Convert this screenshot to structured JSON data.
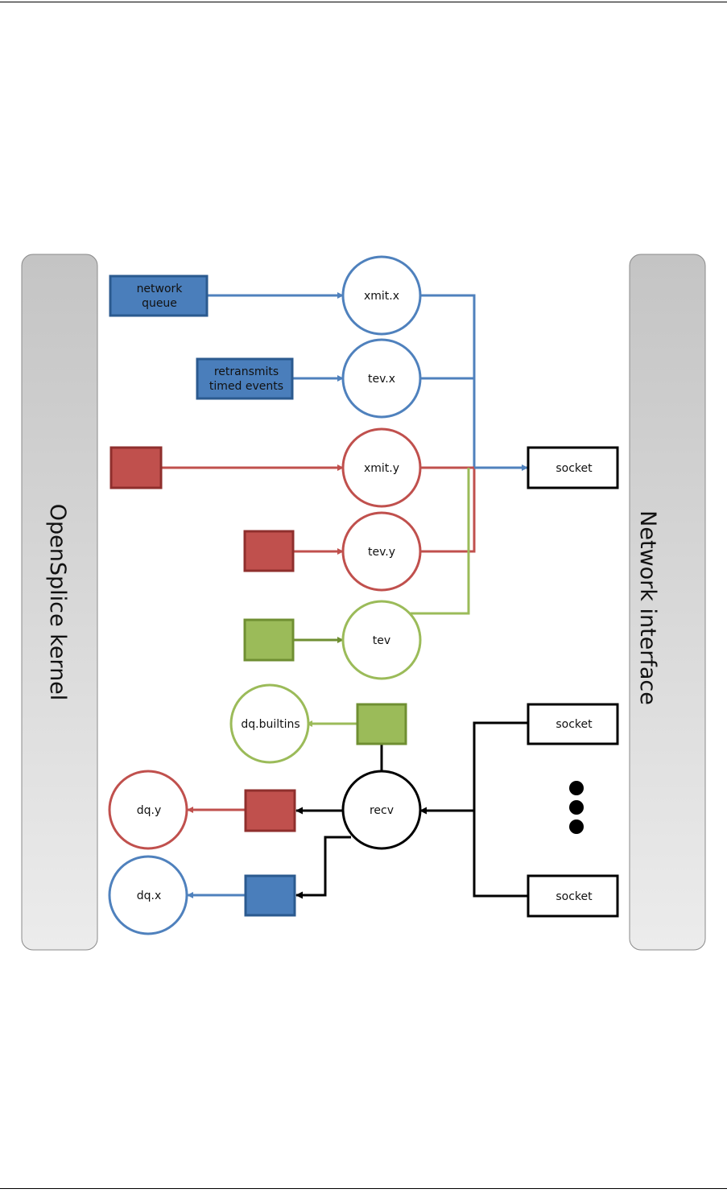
{
  "colors": {
    "blue": "#4f81bd",
    "blue_fill": "#4a7ebb",
    "blue_stroke": "#2b5a8f",
    "red": "#c0504d",
    "red_fill": "#c0504d",
    "red_stroke": "#8f2f2d",
    "green": "#9bbb59",
    "green_fill": "#9bbb59",
    "green_stroke": "#6f8f32",
    "black": "#000000"
  },
  "panels": {
    "left": "OpenSplice kernel",
    "right": "Network interface"
  },
  "queues": {
    "network_queue": [
      "network",
      "queue"
    ],
    "retransmits": [
      "retransmits",
      "timed events"
    ]
  },
  "threads": {
    "xmit_x": "xmit.x",
    "tev_x": "tev.x",
    "xmit_y": "xmit.y",
    "tev_y": "tev.y",
    "tev": "tev",
    "recv": "recv",
    "dq_builtins": "dq.builtins",
    "dq_y": "dq.y",
    "dq_x": "dq.x"
  },
  "sockets": {
    "send": "socket",
    "recv_top": "socket",
    "recv_bottom": "socket"
  }
}
